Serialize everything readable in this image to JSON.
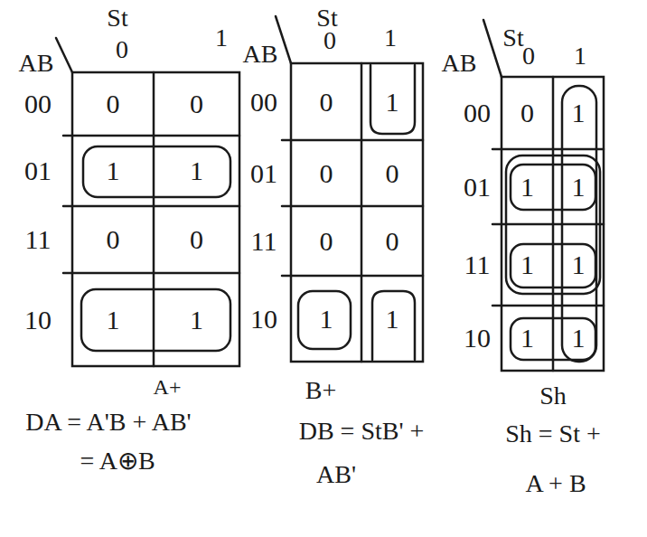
{
  "diagram": {
    "labels": [
      "AB",
      "St",
      "0",
      "1",
      "00",
      "0",
      "0",
      "01",
      "1",
      "1",
      "11",
      "0",
      "0",
      "10",
      "1",
      "1",
      "AB",
      "St",
      "0",
      "1",
      "00",
      "0",
      "1",
      "01",
      "0",
      "0",
      "11",
      "0",
      "0",
      "10",
      "1",
      "1",
      "AB",
      "St",
      "0",
      "1",
      "00",
      "0",
      "1",
      "01",
      "1",
      "1",
      "11",
      "1",
      "1",
      "10",
      "1",
      "1",
      "A+",
      "DA = A'B + AB'",
      "= A⊕B",
      "B+",
      "DB = StB' +",
      "AB'",
      "Sh",
      "Sh = St +",
      "A + B"
    ]
  }
}
